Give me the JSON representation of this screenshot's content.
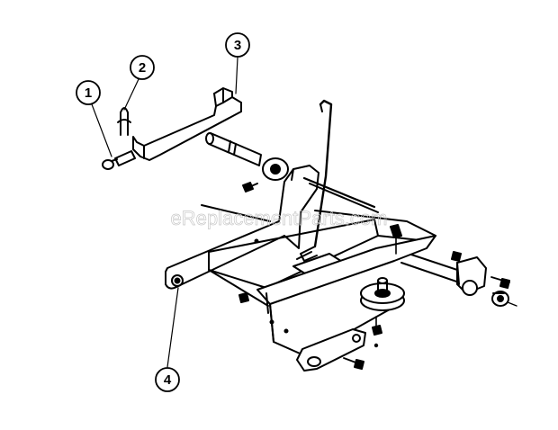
{
  "watermark": "eReplacementParts.com",
  "callouts": [
    {
      "id": "callout-1",
      "label": "1"
    },
    {
      "id": "callout-2",
      "label": "2"
    },
    {
      "id": "callout-3",
      "label": "3"
    },
    {
      "id": "callout-4",
      "label": "4"
    }
  ],
  "colors": {
    "ink": "#000000",
    "paper": "#ffffff",
    "watermark": "#c8c8c8"
  }
}
